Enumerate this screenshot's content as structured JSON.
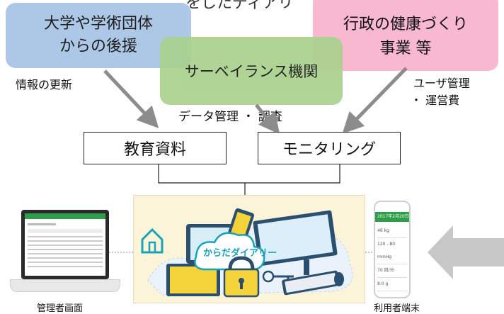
{
  "top_cropped_text": "をしたディアリ",
  "boxes": {
    "university": [
      "大学や学術団体",
      "からの後援"
    ],
    "surveillance": "サーベイランス機関",
    "government": [
      "行政の健康づくり",
      "事業 等"
    ]
  },
  "labels": {
    "info_update": "情報の更新",
    "data_management": "データ管理 ・ 調査",
    "user_management": [
      "ユーザ管理",
      "・ 運営費"
    ]
  },
  "rects": {
    "education": "教育資料",
    "monitoring": "モニタリング"
  },
  "panel": {
    "logo": "からだダイアリー"
  },
  "phone_screen": {
    "date": "2017年2月20日",
    "rows": [
      "46 kg",
      "120 - 80 mmHg",
      "70 回/分",
      "8.0 g"
    ]
  },
  "captions": {
    "admin": "管理者画面",
    "user": "利用者端末"
  },
  "colors": {
    "blue_box": "#a9c6e6",
    "green_box": "#a9d18e",
    "pink_box": "#f7b8d0",
    "arrow": "#8c8c8c",
    "app_green": "#2e9d48"
  },
  "icons": [
    "home-icon",
    "lock-icon",
    "key-icon",
    "cloud-icon",
    "laptop-icon",
    "tablet-icon",
    "smartphone-icon",
    "monitor-icon",
    "keyboard-icon",
    "mouse-icon"
  ]
}
